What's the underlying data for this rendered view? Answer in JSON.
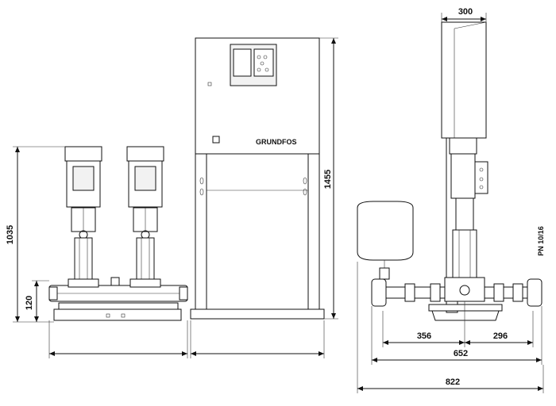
{
  "dimensions": {
    "left_height": "1035",
    "left_base": "120",
    "cabinet_height": "1455",
    "top_width": "300",
    "right_356": "356",
    "right_296": "296",
    "right_652": "652",
    "right_822": "822"
  },
  "labels": {
    "pressure": "PN 10/16",
    "brand": "GRUNDFOS"
  },
  "colors": {
    "line": "#111111",
    "background": "#ffffff"
  }
}
